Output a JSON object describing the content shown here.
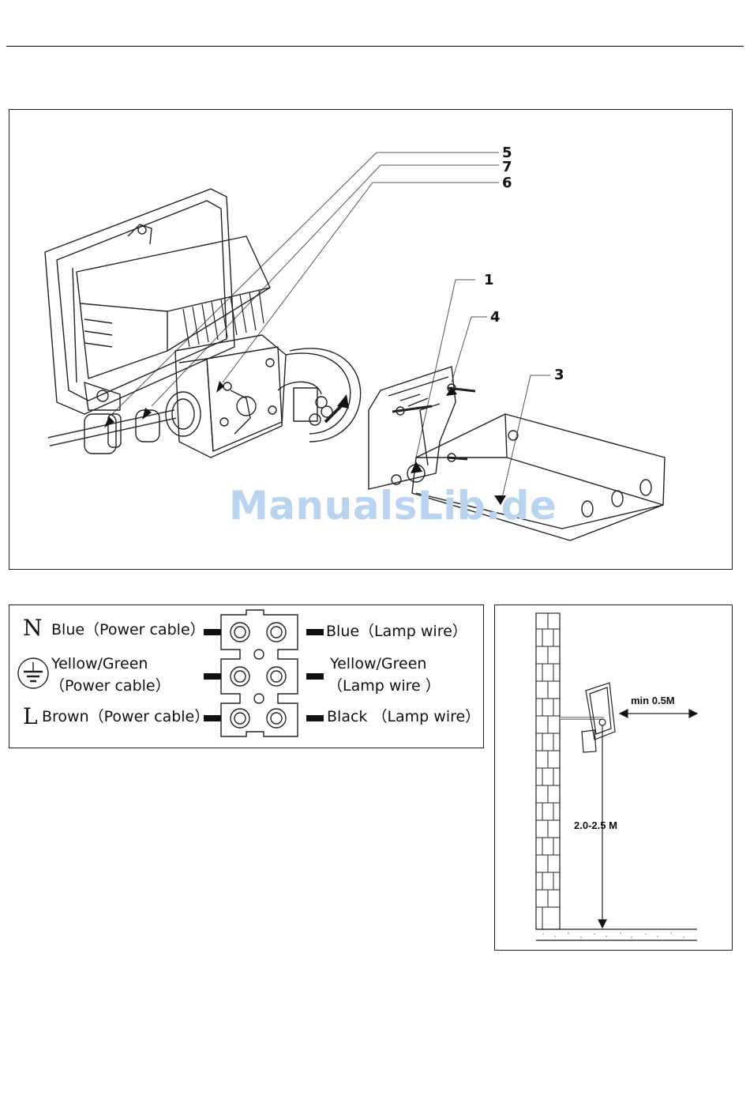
{
  "assembly": {
    "callouts": [
      "5",
      "7",
      "6",
      "1",
      "4",
      "3"
    ],
    "watermark": "ManualsLib.de"
  },
  "wiring": {
    "rows": [
      {
        "symbol": "N",
        "left": "Blue（Power cable）",
        "right": "Blue（Lamp wire）"
      },
      {
        "symbol": "earth-icon",
        "left_line1": "Yellow/Green",
        "left_line2": "（Power cable）",
        "right_line1": "Yellow/Green",
        "right_line2": "（Lamp wire ）"
      },
      {
        "symbol": "L",
        "left": "Brown（Power cable）",
        "right": "Black （Lamp wire）"
      }
    ]
  },
  "mounting": {
    "clearance": "min 0.5M",
    "height": "2.0-2.5 M"
  }
}
